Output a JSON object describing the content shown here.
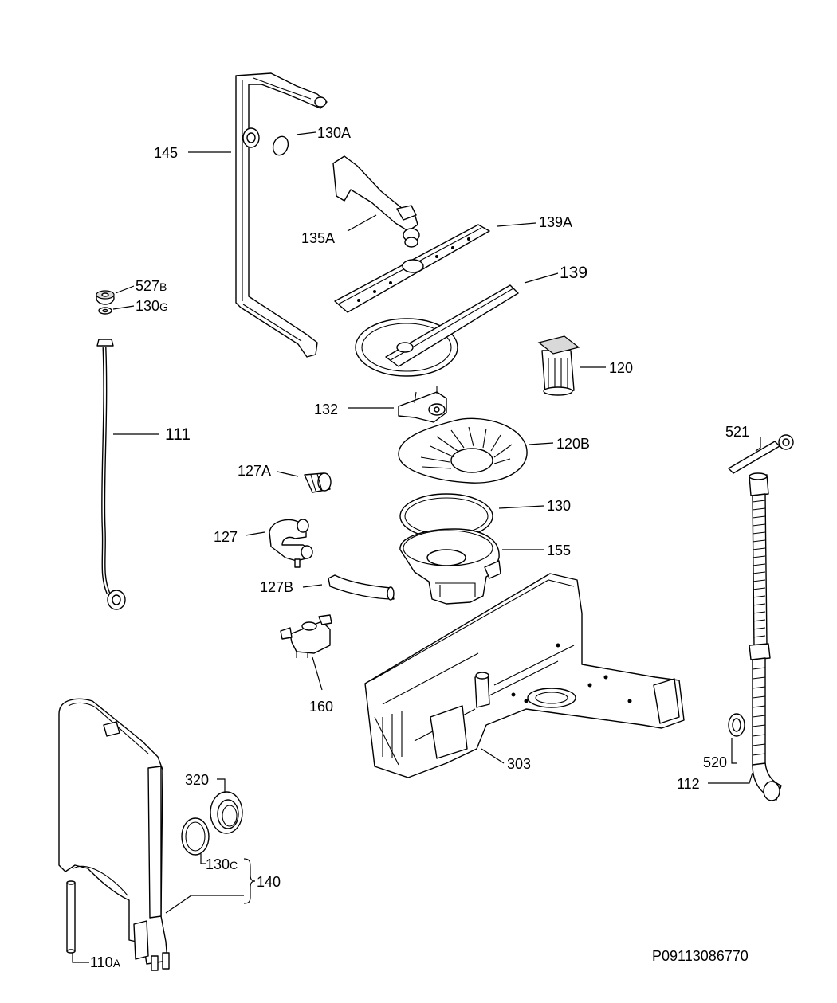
{
  "diagram": {
    "drawing_number": "P09113086770",
    "labels": {
      "p145": "145",
      "p130A": "130A",
      "p135A": "135A",
      "p139A": "139A",
      "p139": "139",
      "p527B_main": "527",
      "p527B_sub": "B",
      "p130G_main": "130",
      "p130G_sub": "G",
      "p111": "111",
      "p120": "120",
      "p132": "132",
      "p521": "521",
      "p120B": "120B",
      "p127A": "127A",
      "p130": "130",
      "p127": "127",
      "p155": "155",
      "p127B": "127B",
      "p160": "160",
      "p303": "303",
      "p520": "520",
      "p112": "112",
      "p320": "320",
      "p130C_main": "130",
      "p130C_sub": "C",
      "p140": "140",
      "p110A_main": "110",
      "p110A_sub": "A"
    }
  }
}
